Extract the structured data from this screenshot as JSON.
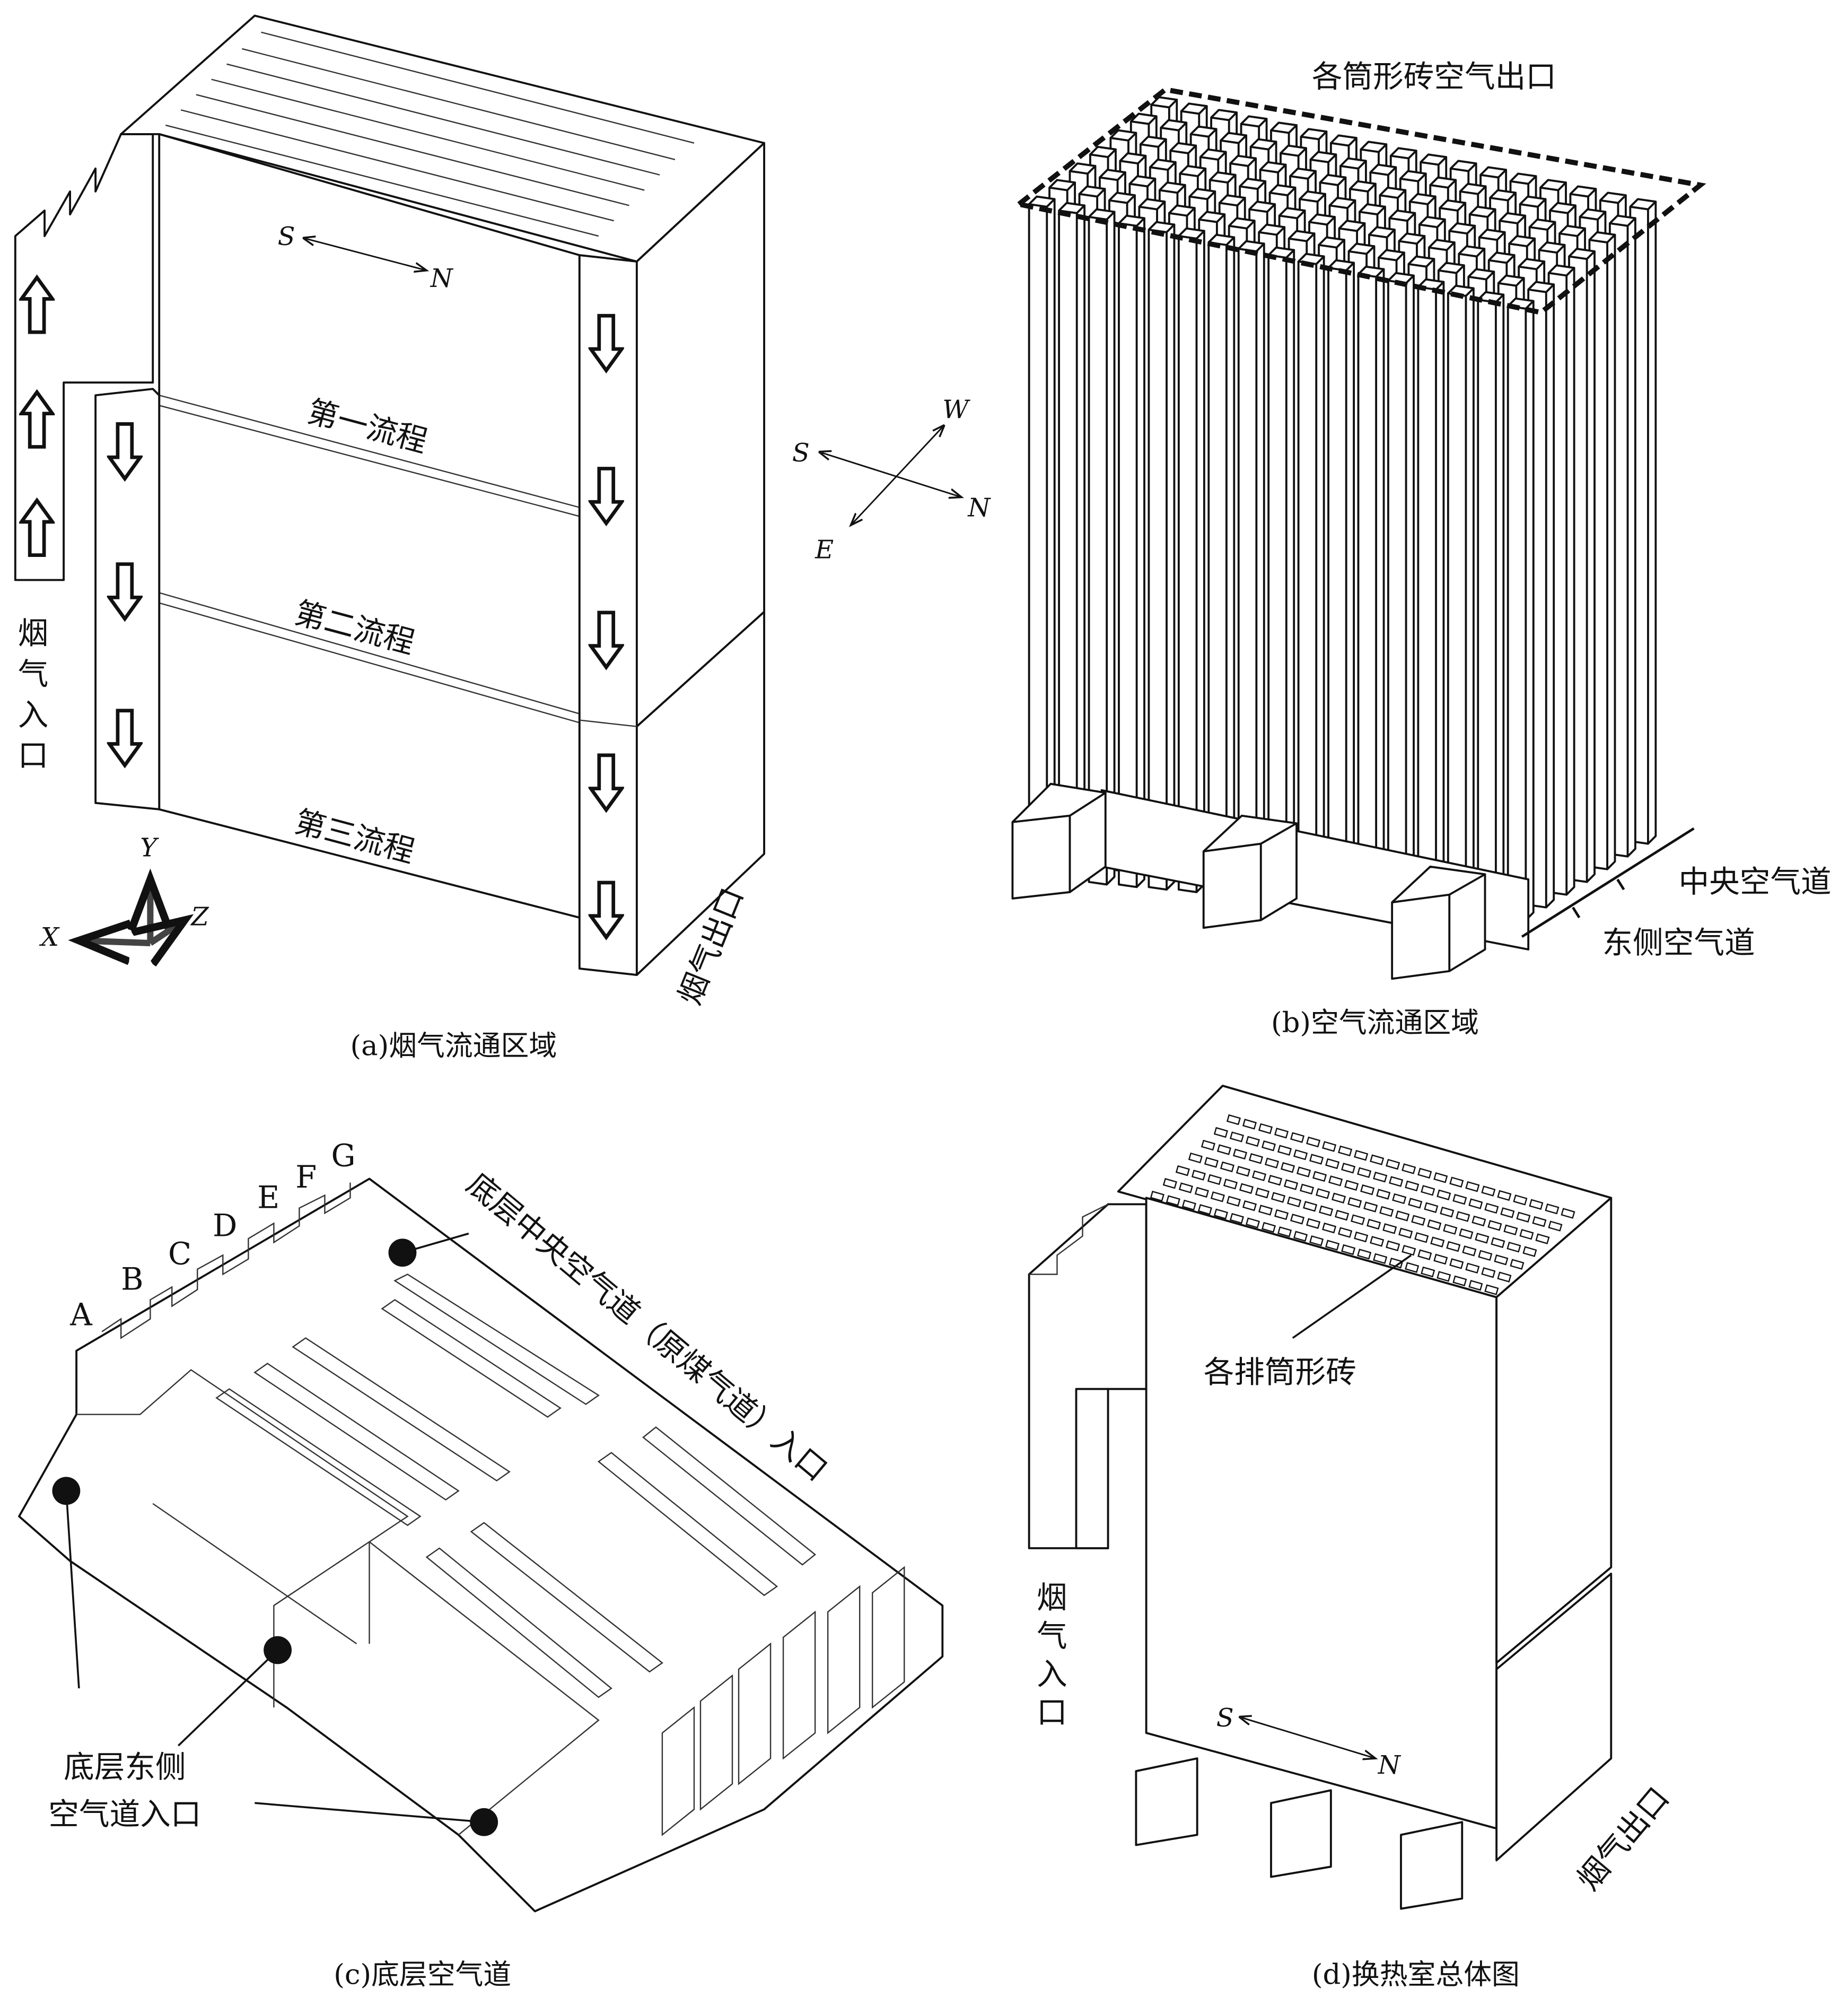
{
  "panel_a": {
    "caption": "(a)烟气流通区域",
    "pass_1": "第一流程",
    "pass_2": "第二流程",
    "pass_3": "第三流程",
    "flue_inlet": [
      "烟",
      "气",
      "入",
      "口"
    ],
    "flue_outlet": "烟气出口",
    "dir_s": "S",
    "dir_n": "N",
    "axis_x": "X",
    "axis_y": "Y",
    "axis_z": "Z"
  },
  "compass": {
    "s": "S",
    "w": "W",
    "n": "N",
    "e": "E"
  },
  "panel_b": {
    "caption": "(b)空气流通区域",
    "outlets_label": "各筒形砖空气出口",
    "central_duct": "中央空气道",
    "east_duct": "东侧空气道"
  },
  "panel_c": {
    "caption": "(c)底层空气道",
    "rows": [
      "A",
      "B",
      "C",
      "D",
      "E",
      "F",
      "G"
    ],
    "central_inlet": "底层中央空气道（原煤气道）入口",
    "east_inlet_line1": "底层东侧",
    "east_inlet_line2": "空气道入口"
  },
  "panel_d": {
    "caption": "(d)换热室总体图",
    "bricks_label": "各排筒形砖",
    "flue_inlet": [
      "烟",
      "气",
      "入",
      "口"
    ],
    "flue_outlet": "烟气出口",
    "dir_s": "S",
    "dir_n": "N"
  }
}
